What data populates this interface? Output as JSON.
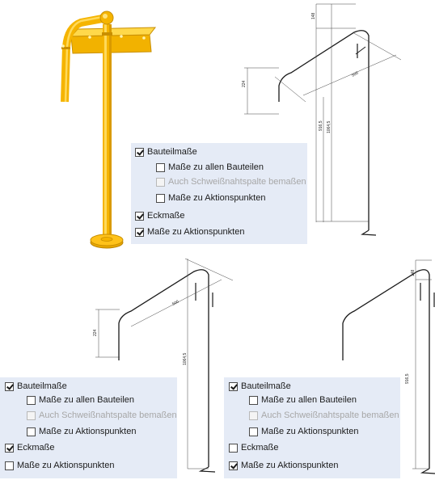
{
  "views": {
    "top_left": {
      "type": "3d-model-render",
      "color": "#f5b400"
    },
    "top_right": {
      "dims": [
        "148",
        "224",
        "500",
        "916,5",
        "1064,5"
      ]
    },
    "bottom_left": {
      "dims": [
        "224",
        "500",
        "1064,5"
      ]
    },
    "bottom_right": {
      "dims": [
        "148",
        "916,5"
      ]
    }
  },
  "panels": [
    {
      "options": [
        {
          "label": "Bauteilmaße",
          "checked": true,
          "enabled": true
        },
        {
          "label": "Maße zu allen Bauteilen",
          "checked": false,
          "enabled": true
        },
        {
          "label": "Auch Schweißnahtspalte bemaßen",
          "checked": false,
          "enabled": false
        },
        {
          "label": "Maße zu Aktionspunkten",
          "checked": false,
          "enabled": true
        },
        {
          "label": "Eckmaße",
          "checked": true,
          "enabled": true
        },
        {
          "label": "Maße zu Aktionspunkten",
          "checked": true,
          "enabled": true
        }
      ]
    },
    {
      "options": [
        {
          "label": "Bauteilmaße",
          "checked": true,
          "enabled": true
        },
        {
          "label": "Maße zu allen Bauteilen",
          "checked": false,
          "enabled": true
        },
        {
          "label": "Auch Schweißnahtspalte bemaßen",
          "checked": false,
          "enabled": false
        },
        {
          "label": "Maße zu Aktionspunkten",
          "checked": false,
          "enabled": true
        },
        {
          "label": "Eckmaße",
          "checked": true,
          "enabled": true
        },
        {
          "label": "Maße zu Aktionspunkten",
          "checked": false,
          "enabled": true
        }
      ]
    },
    {
      "options": [
        {
          "label": "Bauteilmaße",
          "checked": true,
          "enabled": true
        },
        {
          "label": "Maße zu allen Bauteilen",
          "checked": false,
          "enabled": true
        },
        {
          "label": "Auch Schweißnahtspalte bemaßen",
          "checked": false,
          "enabled": false
        },
        {
          "label": "Maße zu Aktionspunkten",
          "checked": false,
          "enabled": true
        },
        {
          "label": "Eckmaße",
          "checked": false,
          "enabled": true
        },
        {
          "label": "Maße zu Aktionspunkten",
          "checked": true,
          "enabled": true
        }
      ]
    }
  ]
}
